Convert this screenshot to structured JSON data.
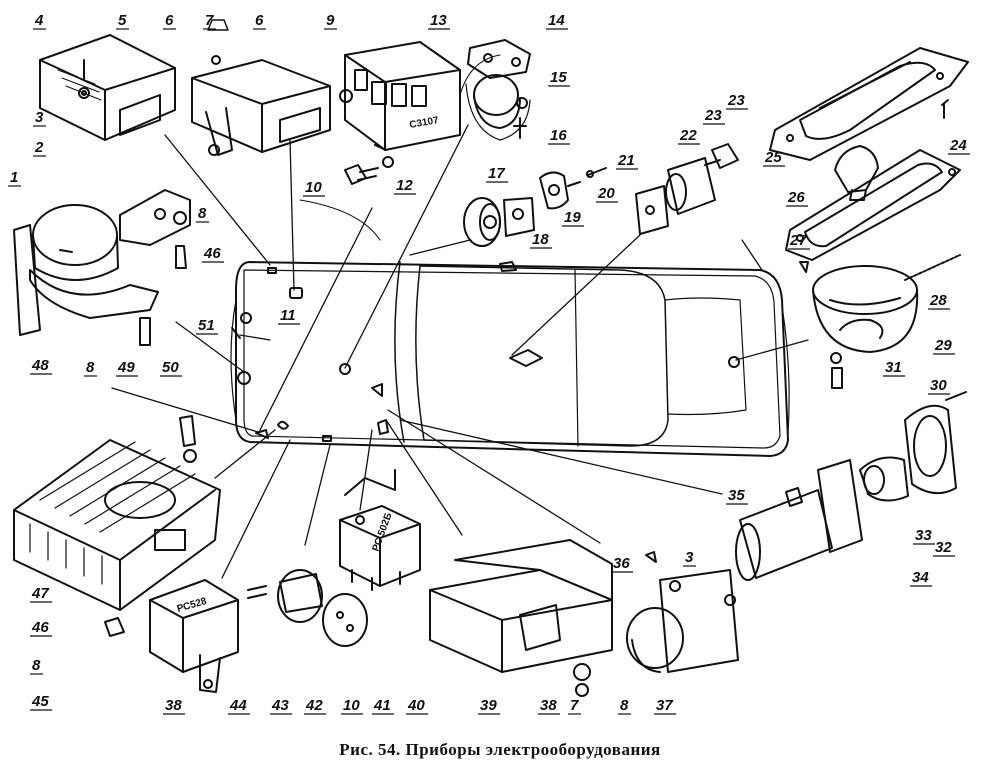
{
  "caption": "Рис. 54. Приборы электрооборудования",
  "part_stamps": {
    "relay_9": "С3107",
    "relay_45": "РС528",
    "relay_40": "РС 502Б"
  },
  "callouts": [
    "1",
    "2",
    "3",
    "4",
    "5",
    "6",
    "6",
    "7",
    "8",
    "9",
    "10",
    "11",
    "12",
    "13",
    "14",
    "15",
    "16",
    "17",
    "18",
    "19",
    "20",
    "21",
    "22",
    "23",
    "23",
    "24",
    "25",
    "26",
    "27",
    "28",
    "29",
    "30",
    "31",
    "32",
    "33",
    "34",
    "35",
    "36",
    "3",
    "37",
    "38",
    "8",
    "7",
    "39",
    "40",
    "41",
    "10",
    "42",
    "43",
    "44",
    "38",
    "45",
    "8",
    "46",
    "47",
    "48",
    "8",
    "49",
    "50",
    "51",
    "46",
    "8"
  ]
}
